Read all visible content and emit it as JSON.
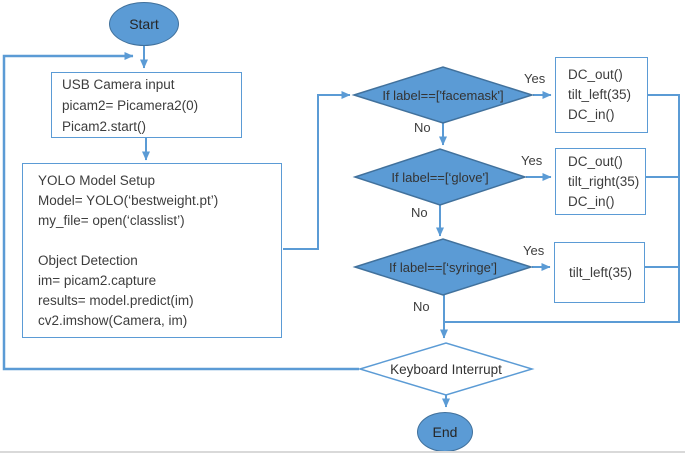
{
  "title": "YOLO detection flowchart",
  "colors": {
    "shape_fill": "#5b9bd5",
    "shape_border": "#41719c",
    "connector": "#5b9bd5",
    "process_border": "#5b9bd5",
    "text": "#3d3d3d"
  },
  "nodes": {
    "start": {
      "label": "Start"
    },
    "camera_setup": {
      "lines": [
        "USB Camera input",
        "picam2= Picamera2(0)",
        "Picam2.start()"
      ]
    },
    "yolo_setup": {
      "lines": [
        "YOLO Model Setup",
        "Model= YOLO(‘bestweight.pt’)",
        "my_file= open(‘classlist’)",
        "",
        "Object Detection",
        "im= picam2.capture",
        "results= model.predict(im)",
        "cv2.imshow(Camera, im)"
      ]
    },
    "facemask_decision": {
      "label": "If label==['facemask']"
    },
    "facemask_action": {
      "lines": [
        "DC_out()",
        "tilt_left(35)",
        "DC_in()"
      ]
    },
    "glove_decision": {
      "label": "If label==[‘glove']"
    },
    "glove_action": {
      "lines": [
        "DC_out()",
        "tilt_right(35)",
        "DC_in()"
      ]
    },
    "syringe_decision": {
      "label": "If label==[‘syringe']"
    },
    "syringe_action": {
      "lines": [
        "tilt_left(35)"
      ]
    },
    "keyboard_decision": {
      "label": "Keyboard Interrupt"
    },
    "end": {
      "label": "End"
    }
  },
  "edge_labels": {
    "facemask_yes": "Yes",
    "facemask_no": "No",
    "glove_yes": "Yes",
    "glove_no": "No",
    "syringe_yes": "Yes",
    "syringe_no": "No"
  }
}
